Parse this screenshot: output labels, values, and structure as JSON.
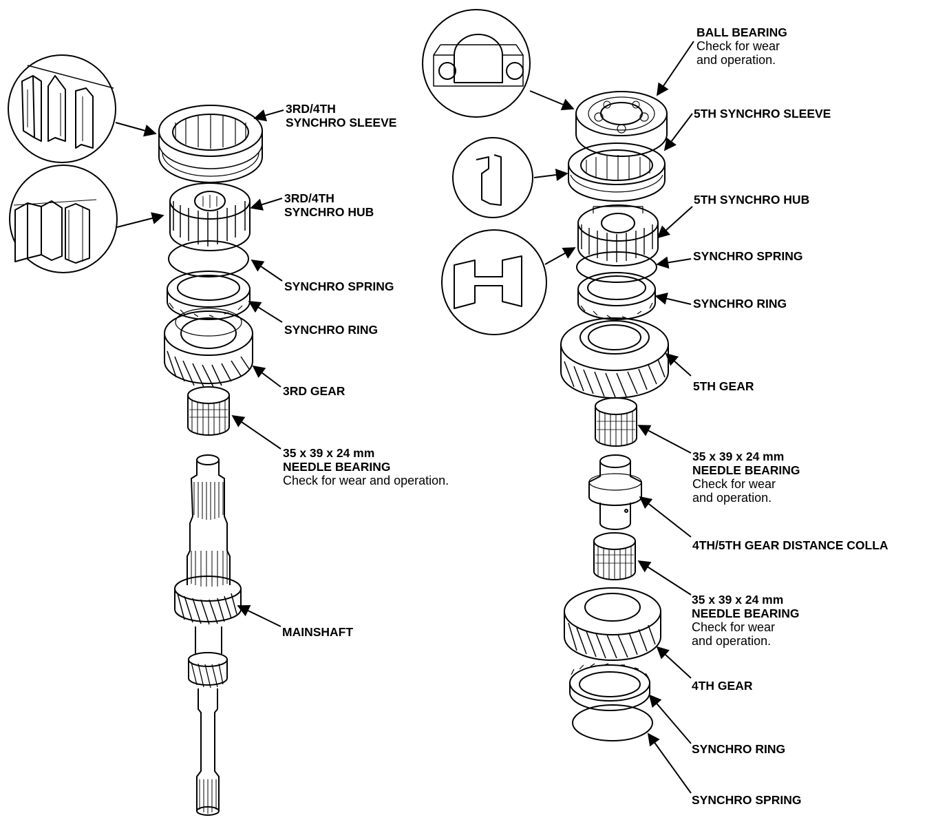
{
  "labels": {
    "synchro_sleeve_34": [
      "3RD/4TH",
      "SYNCHRO SLEEVE"
    ],
    "synchro_hub_34": [
      "3RD/4TH",
      "SYNCHRO HUB"
    ],
    "synchro_spring_left": "SYNCHRO SPRING",
    "synchro_ring_left": "SYNCHRO RING",
    "gear_3rd": "3RD GEAR",
    "needle_bearing_left": {
      "size": "35 x 39 x 24 mm",
      "name": "NEEDLE BEARING",
      "note": "Check for wear and operation."
    },
    "mainshaft": "MAINSHAFT",
    "ball_bearing": {
      "name": "BALL BEARING",
      "note_1": "Check for wear",
      "note_2": "and operation."
    },
    "synchro_sleeve_5": "5TH SYNCHRO SLEEVE",
    "synchro_hub_5": "5TH SYNCHRO HUB",
    "synchro_spring_right_upper": "SYNCHRO SPRING",
    "synchro_ring_right_upper": "SYNCHRO RING",
    "gear_5th": "5TH GEAR",
    "needle_bearing_right_upper": {
      "size": "35 x 39 x 24 mm",
      "name": "NEEDLE BEARING",
      "note_1": "Check for wear",
      "note_2": "and operation."
    },
    "distance_collar": "4TH/5TH GEAR DISTANCE COLLA",
    "needle_bearing_right_lower": {
      "size": "35 x 39 x 24 mm",
      "name": "NEEDLE BEARING",
      "note_1": "Check for wear",
      "note_2": "and operation."
    },
    "gear_4th": "4TH GEAR",
    "synchro_ring_right_lower": "SYNCHRO RING",
    "synchro_spring_right_lower": "SYNCHRO SPRING"
  }
}
